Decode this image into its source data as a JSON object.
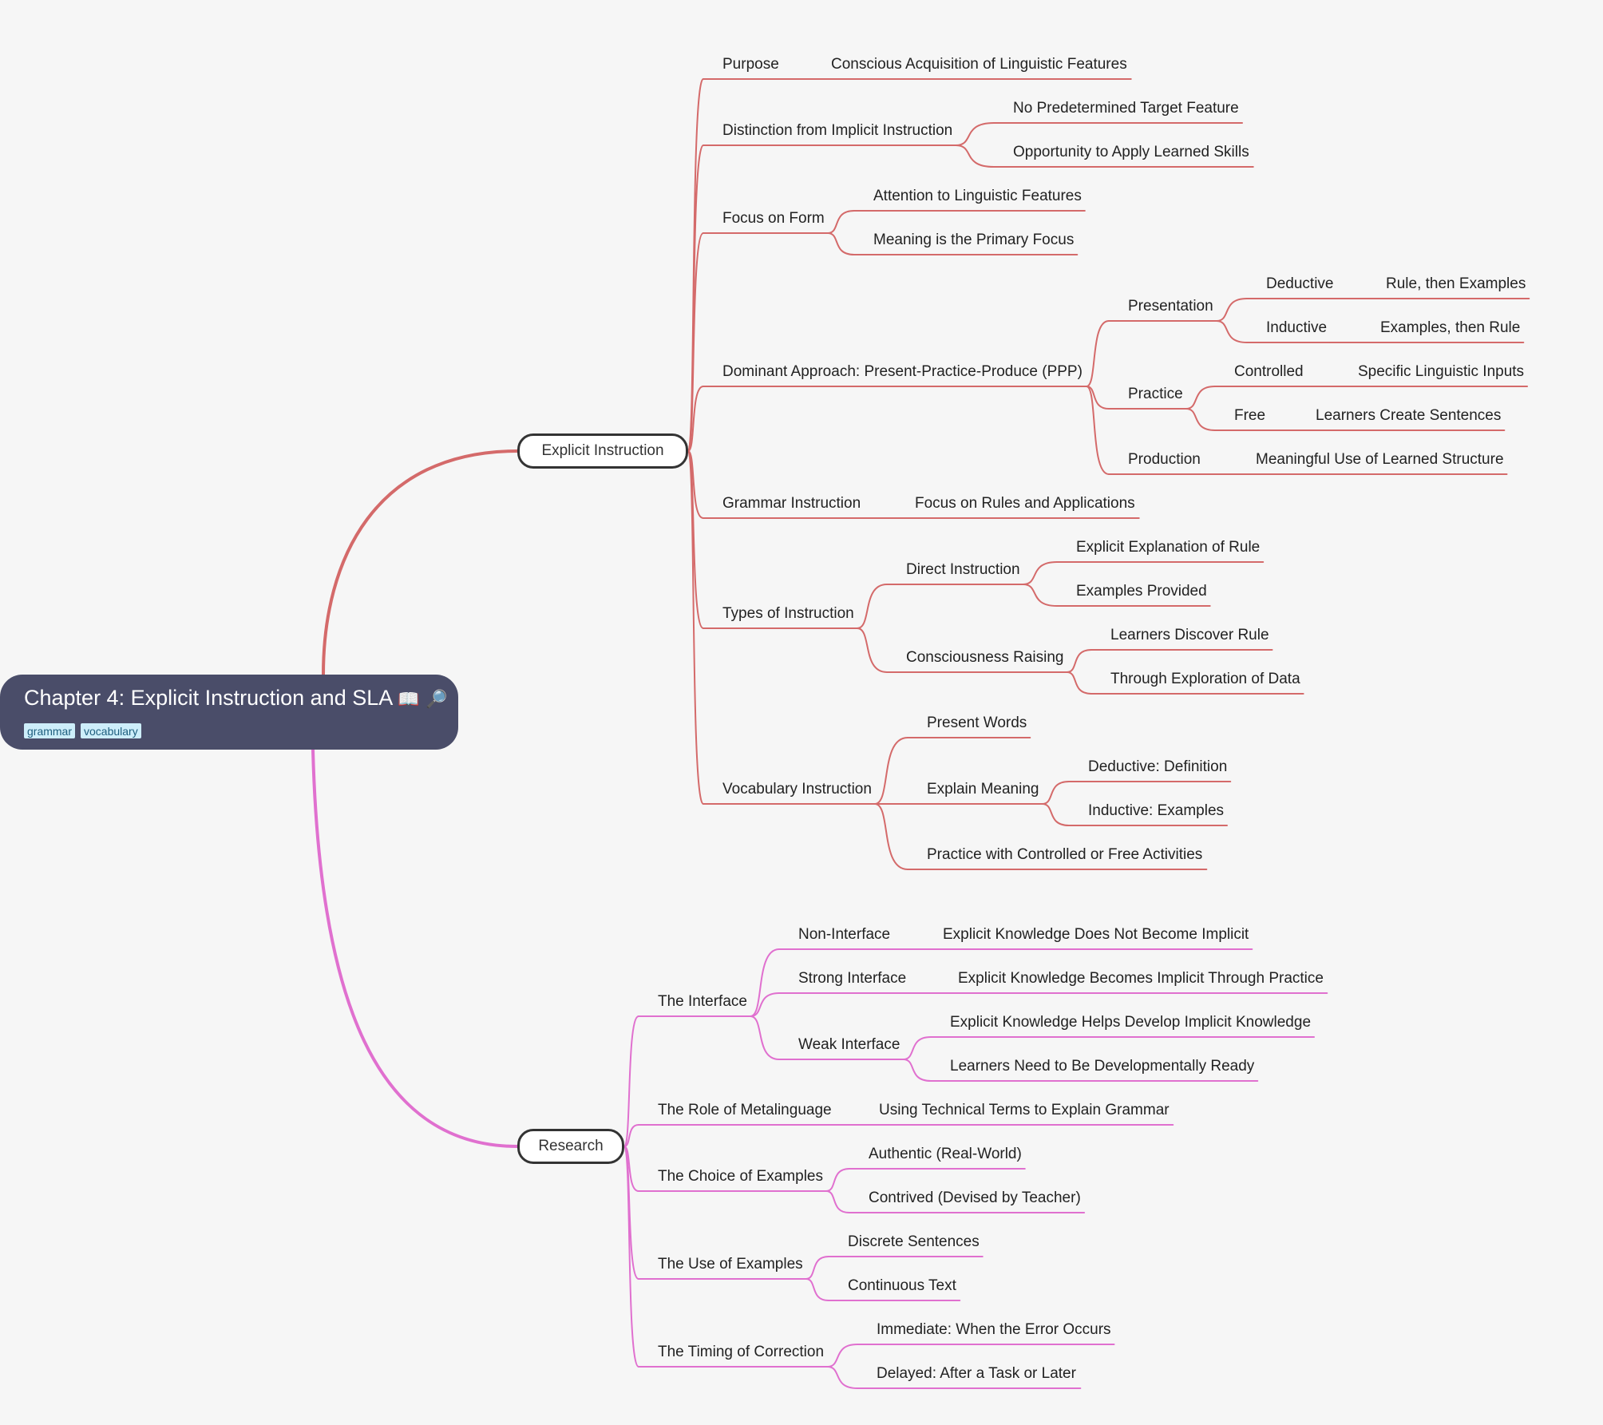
{
  "root": {
    "title": "Chapter 4: Explicit Instruction and SLA",
    "icons": [
      "book-icon",
      "magnifier-icon"
    ],
    "tags": [
      "grammar",
      "vocabulary"
    ]
  },
  "colors": {
    "explicit": "#d46a6a",
    "research": "#e070cf",
    "root": "#4a4d69"
  },
  "branches": [
    {
      "id": "explicit",
      "label": "Explicit Instruction",
      "children": [
        {
          "label": "Purpose",
          "children": [
            {
              "label": "Conscious Acquisition of Linguistic Features"
            }
          ]
        },
        {
          "label": "Distinction from Implicit Instruction",
          "children": [
            {
              "label": "No Predetermined Target Feature"
            },
            {
              "label": "Opportunity to Apply Learned Skills"
            }
          ]
        },
        {
          "label": "Focus on Form",
          "children": [
            {
              "label": "Attention to Linguistic Features"
            },
            {
              "label": "Meaning is the Primary Focus"
            }
          ]
        },
        {
          "label": "Dominant Approach: Present-Practice-Produce (PPP)",
          "children": [
            {
              "label": "Presentation",
              "children": [
                {
                  "label": "Deductive",
                  "children": [
                    {
                      "label": "Rule, then Examples"
                    }
                  ]
                },
                {
                  "label": "Inductive",
                  "children": [
                    {
                      "label": "Examples, then Rule"
                    }
                  ]
                }
              ]
            },
            {
              "label": "Practice",
              "children": [
                {
                  "label": "Controlled",
                  "children": [
                    {
                      "label": "Specific Linguistic Inputs"
                    }
                  ]
                },
                {
                  "label": "Free",
                  "children": [
                    {
                      "label": "Learners Create Sentences"
                    }
                  ]
                }
              ]
            },
            {
              "label": "Production",
              "children": [
                {
                  "label": "Meaningful Use of Learned Structure"
                }
              ]
            }
          ]
        },
        {
          "label": "Grammar Instruction",
          "children": [
            {
              "label": "Focus on Rules and Applications"
            }
          ]
        },
        {
          "label": "Types of Instruction",
          "children": [
            {
              "label": "Direct Instruction",
              "children": [
                {
                  "label": "Explicit Explanation of Rule"
                },
                {
                  "label": "Examples Provided"
                }
              ]
            },
            {
              "label": "Consciousness Raising",
              "children": [
                {
                  "label": "Learners Discover Rule"
                },
                {
                  "label": "Through Exploration of Data"
                }
              ]
            }
          ]
        },
        {
          "label": "Vocabulary Instruction",
          "children": [
            {
              "label": "Present Words"
            },
            {
              "label": "Explain Meaning",
              "children": [
                {
                  "label": "Deductive: Definition"
                },
                {
                  "label": "Inductive: Examples"
                }
              ]
            },
            {
              "label": "Practice with Controlled or Free Activities"
            }
          ]
        }
      ]
    },
    {
      "id": "research",
      "label": "Research",
      "children": [
        {
          "label": "The Interface",
          "children": [
            {
              "label": "Non-Interface",
              "children": [
                {
                  "label": "Explicit Knowledge Does Not Become Implicit"
                }
              ]
            },
            {
              "label": "Strong Interface",
              "children": [
                {
                  "label": "Explicit Knowledge Becomes Implicit Through Practice"
                }
              ]
            },
            {
              "label": "Weak Interface",
              "children": [
                {
                  "label": "Explicit Knowledge Helps Develop Implicit Knowledge"
                },
                {
                  "label": "Learners Need to Be Developmentally Ready"
                }
              ]
            }
          ]
        },
        {
          "label": "The Role of Metalinguage",
          "children": [
            {
              "label": "Using Technical Terms to Explain Grammar"
            }
          ]
        },
        {
          "label": "The Choice of Examples",
          "children": [
            {
              "label": "Authentic (Real-World)"
            },
            {
              "label": "Contrived (Devised by Teacher)"
            }
          ]
        },
        {
          "label": "The Use of Examples",
          "children": [
            {
              "label": "Discrete Sentences"
            },
            {
              "label": "Continuous Text"
            }
          ]
        },
        {
          "label": "The Timing of Correction",
          "children": [
            {
              "label": "Immediate: When the Error Occurs"
            },
            {
              "label": "Delayed: After a Task or Later"
            }
          ]
        }
      ]
    }
  ]
}
